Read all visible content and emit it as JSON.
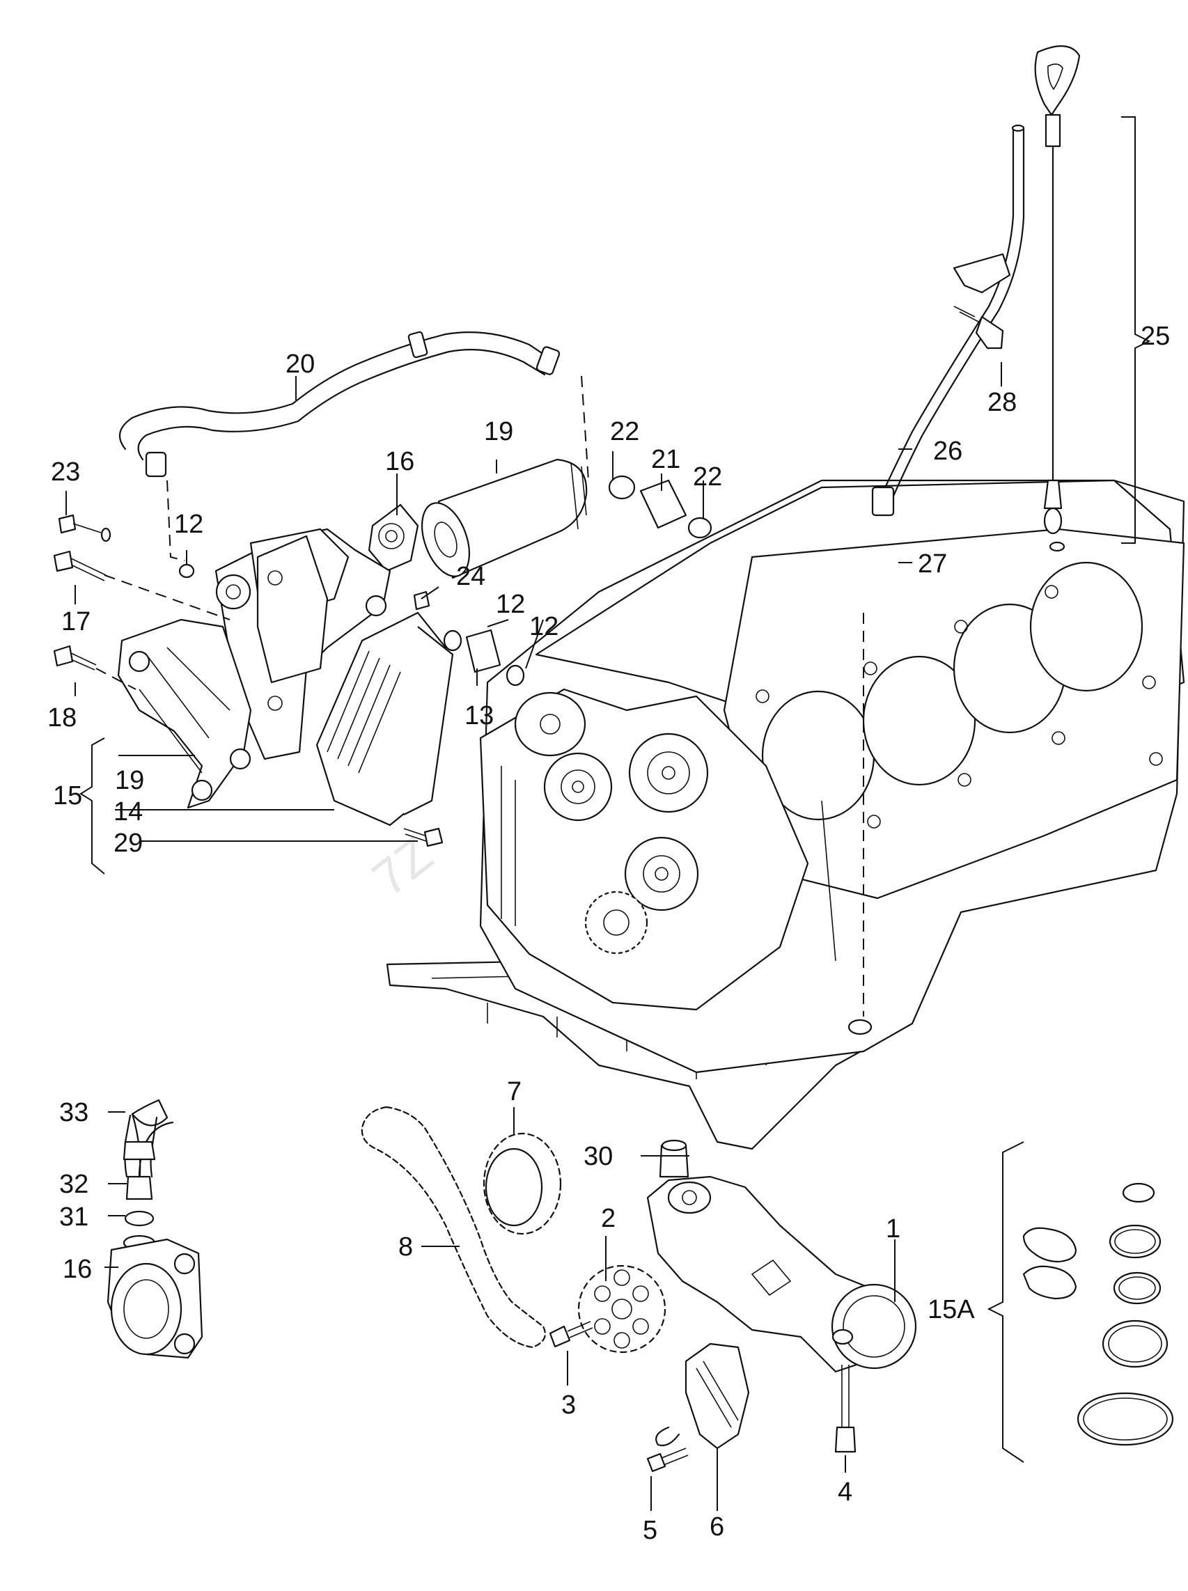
{
  "diagram": {
    "callouts": {
      "c1": "1",
      "c2": "2",
      "c3": "3",
      "c4": "4",
      "c5": "5",
      "c6": "6",
      "c7": "7",
      "c8": "8",
      "c12a": "12",
      "c12b": "12",
      "c12c": "12",
      "c13": "13",
      "c14": "14",
      "c15": "15",
      "c15a": "15A",
      "c16a": "16",
      "c16b": "16",
      "c17": "17",
      "c18": "18",
      "c19a": "19",
      "c19b": "19",
      "c20": "20",
      "c21": "21",
      "c22a": "22",
      "c22b": "22",
      "c23": "23",
      "c24": "24",
      "c25": "25",
      "c26": "26",
      "c27": "27",
      "c28": "28",
      "c29": "29",
      "c30": "30",
      "c31": "31",
      "c32": "32",
      "c33": "33"
    },
    "watermark": "7Z"
  }
}
